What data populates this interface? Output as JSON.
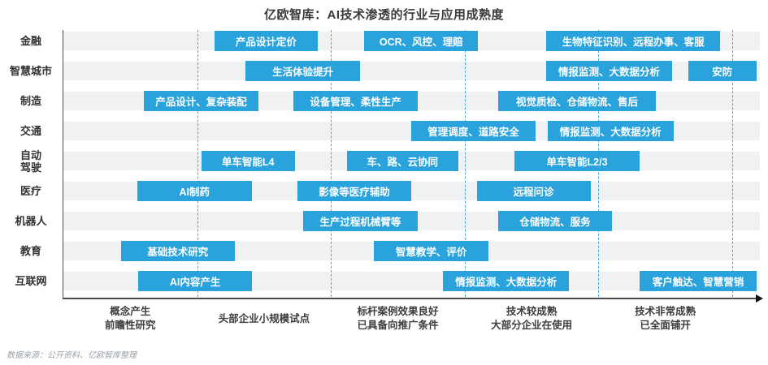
{
  "chart_data": {
    "type": "bar",
    "variant": "horizontal-maturity-gantt",
    "title": "亿欧智库：AI技术渗透的行业与应用成熟度",
    "source_note": "数据来源：公开资料、亿欧智库整理",
    "x_axis": {
      "unit": "maturity-stage",
      "range": [
        0,
        5.2
      ],
      "stage_labels": [
        [
          "概念产生",
          "前瞻性研究"
        ],
        [
          "头部企业小规模试点"
        ],
        [
          "标杆案例效果良好",
          "已具备向推广条件"
        ],
        [
          "技术较成熟",
          "大部分企业在使用"
        ],
        [
          "技术非常成熟",
          "已全面铺开"
        ]
      ]
    },
    "grid": {
      "dashed_vertical_lines_at": [
        1,
        2,
        3,
        4,
        5
      ]
    },
    "legend": null,
    "rows": [
      {
        "industry": [
          "金融"
        ],
        "segments": [
          {
            "label": "产品设计定价",
            "start": 1.13,
            "end": 1.9
          },
          {
            "label": "OCR、风控、理赔",
            "start": 2.25,
            "end": 3.1
          },
          {
            "label": "生物特征识别、远程办事、客服",
            "start": 3.61,
            "end": 4.91
          }
        ]
      },
      {
        "industry": [
          "智慧城市"
        ],
        "segments": [
          {
            "label": "生活体验提升",
            "start": 1.36,
            "end": 2.22
          },
          {
            "label": "情报监测、大数据分析",
            "start": 3.61,
            "end": 4.55
          },
          {
            "label": "安防",
            "start": 4.67,
            "end": 5.18
          }
        ]
      },
      {
        "industry": [
          "制造"
        ],
        "segments": [
          {
            "label": "产品设计、复杂装配",
            "start": 0.6,
            "end": 1.46
          },
          {
            "label": "设备管理、柔性生产",
            "start": 1.72,
            "end": 2.65
          },
          {
            "label": "视觉质检、仓储物流、售后",
            "start": 3.25,
            "end": 4.43
          }
        ]
      },
      {
        "industry": [
          "交通"
        ],
        "segments": [
          {
            "label": "管理调度、道路安全",
            "start": 2.6,
            "end": 3.53
          },
          {
            "label": "情报监测、大数据分析",
            "start": 3.62,
            "end": 4.56
          }
        ]
      },
      {
        "industry": [
          "自动",
          "驾驶"
        ],
        "segments": [
          {
            "label": "单车智能L4",
            "start": 1.03,
            "end": 1.73
          },
          {
            "label": "车、路、云协同",
            "start": 2.12,
            "end": 2.95
          },
          {
            "label": "单车智能L2/3",
            "start": 3.37,
            "end": 4.31
          }
        ]
      },
      {
        "industry": [
          "医疗"
        ],
        "segments": [
          {
            "label": "AI制药",
            "start": 0.55,
            "end": 1.41
          },
          {
            "label": "影像等医疗辅助",
            "start": 1.75,
            "end": 2.6
          },
          {
            "label": "远程问诊",
            "start": 3.09,
            "end": 3.94
          }
        ]
      },
      {
        "industry": [
          "机器人"
        ],
        "segments": [
          {
            "label": "生产过程机械臂等",
            "start": 1.79,
            "end": 2.65
          },
          {
            "label": "仓储物流、服务",
            "start": 3.25,
            "end": 4.1
          }
        ]
      },
      {
        "industry": [
          "教育"
        ],
        "segments": [
          {
            "label": "基础技术研究",
            "start": 0.43,
            "end": 1.28
          },
          {
            "label": "智慧教学、评价",
            "start": 2.32,
            "end": 3.18
          }
        ]
      },
      {
        "industry": [
          "互联网"
        ],
        "segments": [
          {
            "label": "AI内容产生",
            "start": 0.56,
            "end": 1.41
          },
          {
            "label": "情报监测、大数据分析",
            "start": 2.84,
            "end": 3.78
          },
          {
            "label": "客户触达、智慧营销",
            "start": 4.31,
            "end": 5.18
          }
        ]
      }
    ],
    "colors": {
      "segment": "#2AA3DC",
      "band": "#F0F1F2",
      "dashed_line": "#3FA9DC",
      "axis": "#4d4d4d",
      "title_text": "#3a3a3a",
      "segment_text": "#ffffff",
      "source_text": "#9aa0a6"
    }
  }
}
